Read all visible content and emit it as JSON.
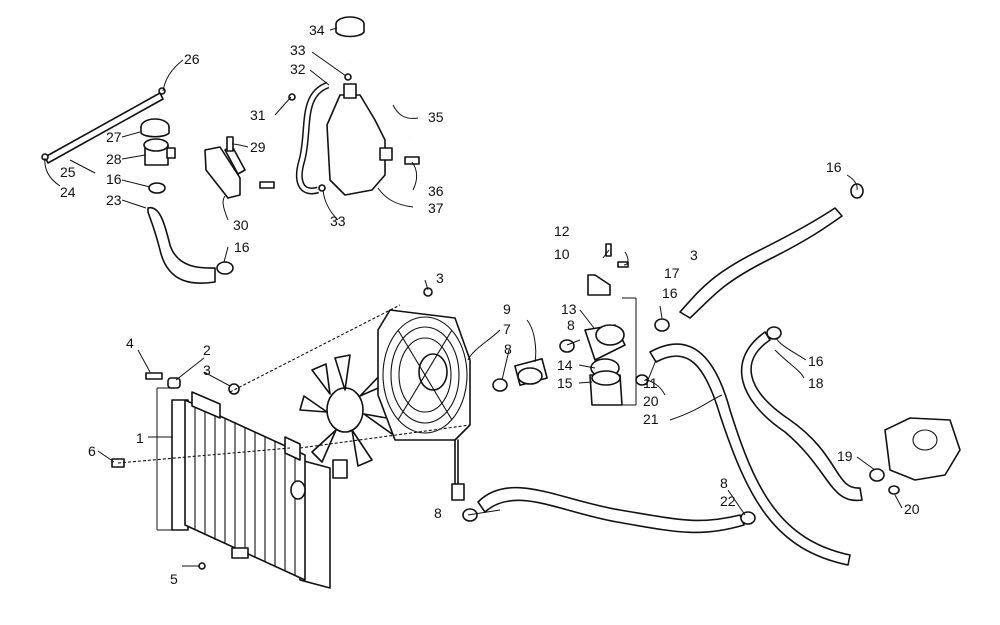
{
  "callouts": {
    "c1": "1",
    "c2": "2",
    "c3a": "3",
    "c3b": "3",
    "c3c": "3",
    "c4": "4",
    "c5": "5",
    "c6": "6",
    "c7": "7",
    "c8a": "8",
    "c8b": "8",
    "c8c": "8",
    "c8d": "8",
    "c9": "9",
    "c10": "10",
    "c11": "11",
    "c12": "12",
    "c13": "13",
    "c14": "14",
    "c15": "15",
    "c16a": "16",
    "c16b": "16",
    "c16c": "16",
    "c16d": "16",
    "c16e": "16",
    "c17": "17",
    "c18": "18",
    "c19": "19",
    "c20a": "20",
    "c20b": "20",
    "c21": "21",
    "c22": "22",
    "c23": "23",
    "c24": "24",
    "c25": "25",
    "c26": "26",
    "c27": "27",
    "c28": "28",
    "c29": "29",
    "c30": "30",
    "c31": "31",
    "c32": "32",
    "c33a": "33",
    "c33b": "33",
    "c34": "34",
    "c35": "35",
    "c36": "36",
    "c37": "37"
  }
}
